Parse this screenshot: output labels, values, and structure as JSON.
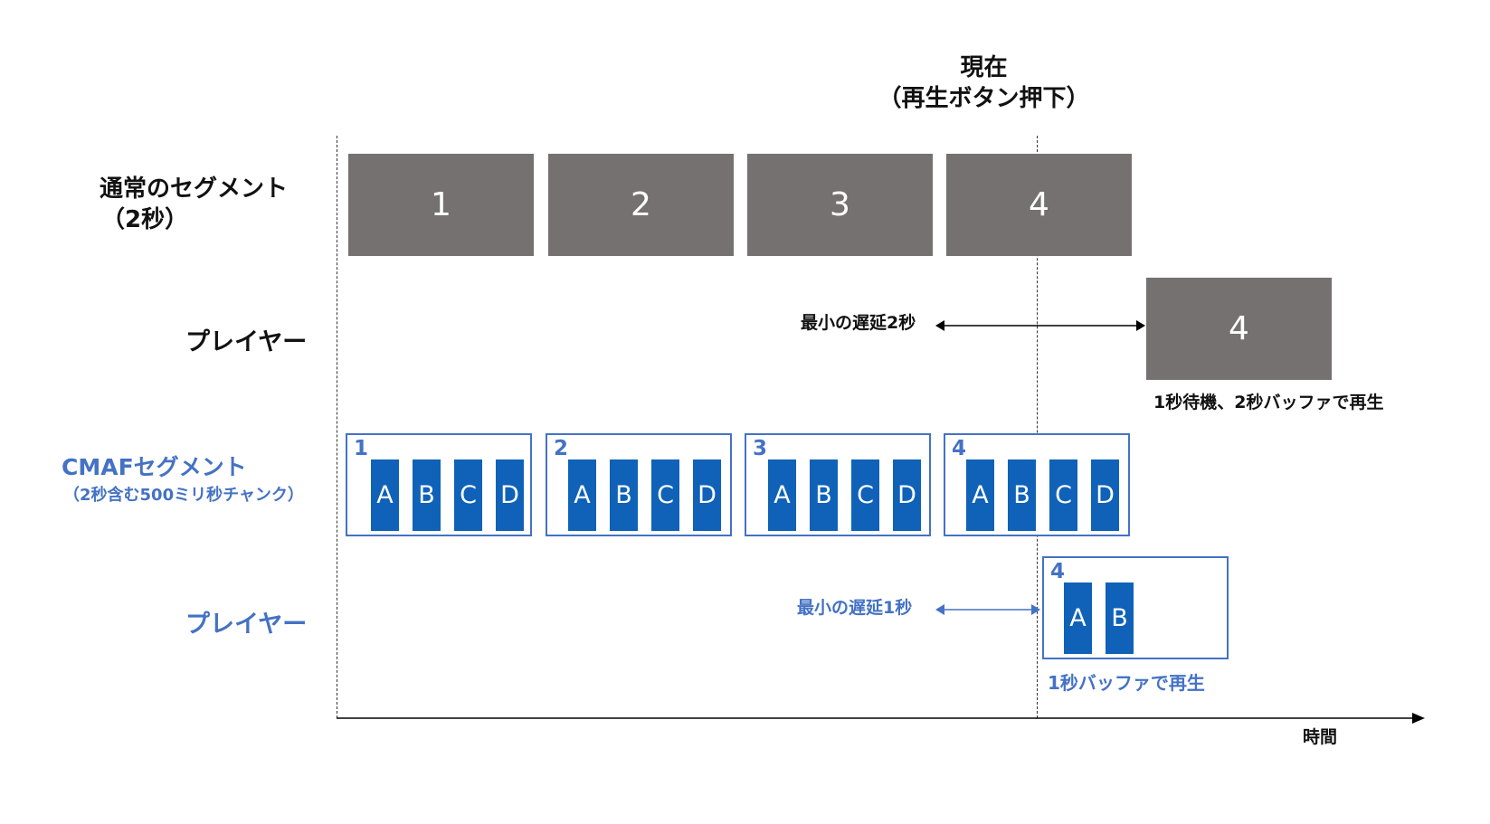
{
  "now_label": {
    "line1": "現在",
    "line2": "（再生ボタン押下）"
  },
  "rows": {
    "normal_segment": {
      "line1": "通常のセグメント",
      "line2": "（2秒）"
    },
    "player_normal": "プレイヤー",
    "cmaf_segment": {
      "line1": "CMAFセグメント",
      "line2": "（2秒含む500ミリ秒チャンク）"
    },
    "player_cmaf": "プレイヤー"
  },
  "normal_segments": [
    "1",
    "2",
    "3",
    "4"
  ],
  "player_normal": {
    "segment": "4",
    "latency_label": "最小の遅延2秒",
    "caption": "1秒待機、2秒バッファで再生"
  },
  "cmaf_segments": [
    {
      "num": "1",
      "chunks": [
        "A",
        "B",
        "C",
        "D"
      ]
    },
    {
      "num": "2",
      "chunks": [
        "A",
        "B",
        "C",
        "D"
      ]
    },
    {
      "num": "3",
      "chunks": [
        "A",
        "B",
        "C",
        "D"
      ]
    },
    {
      "num": "4",
      "chunks": [
        "A",
        "B",
        "C",
        "D"
      ]
    }
  ],
  "player_cmaf": {
    "num": "4",
    "chunks": [
      "A",
      "B"
    ],
    "latency_label": "最小の遅延1秒",
    "caption": "1秒バッファで再生"
  },
  "axis": {
    "label": "時間"
  },
  "colors": {
    "gray_segment": "#767171",
    "blue_text": "#4472c4",
    "chunk_fill": "#0f62b8",
    "black_arrow": "#000000"
  }
}
